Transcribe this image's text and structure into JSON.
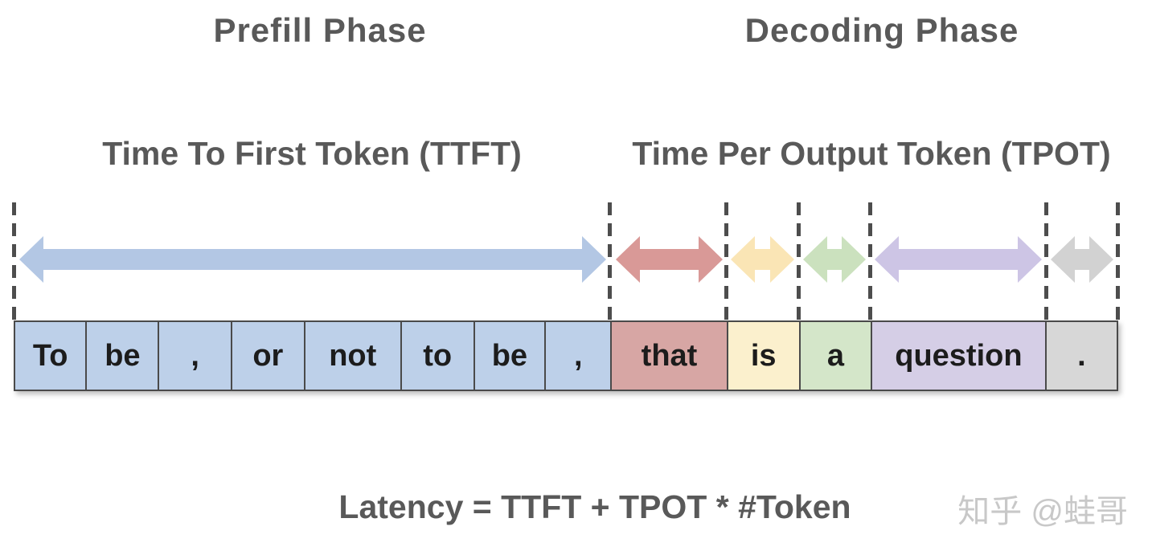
{
  "header": {
    "prefill_title": "Prefill Phase",
    "decoding_title": "Decoding Phase"
  },
  "metrics": {
    "ttft_label": "Time To First Token (TTFT)",
    "tpot_label": "Time Per Output Token (TPOT)"
  },
  "tokens": [
    {
      "text": "To",
      "phase": "prefill",
      "color": "#BDD0E9"
    },
    {
      "text": "be",
      "phase": "prefill",
      "color": "#BDD0E9"
    },
    {
      "text": ",",
      "phase": "prefill",
      "color": "#BDD0E9"
    },
    {
      "text": "or",
      "phase": "prefill",
      "color": "#BDD0E9"
    },
    {
      "text": "not",
      "phase": "prefill",
      "color": "#BDD0E9"
    },
    {
      "text": "to",
      "phase": "prefill",
      "color": "#BDD0E9"
    },
    {
      "text": "be",
      "phase": "prefill",
      "color": "#BDD0E9"
    },
    {
      "text": ",",
      "phase": "prefill",
      "color": "#BDD0E9"
    },
    {
      "text": "that",
      "phase": "decoding",
      "color": "#D7A6A4"
    },
    {
      "text": "is",
      "phase": "decoding",
      "color": "#FBF0CD"
    },
    {
      "text": "a",
      "phase": "decoding",
      "color": "#D4E6C9"
    },
    {
      "text": "question",
      "phase": "decoding",
      "color": "#D5CEE6"
    },
    {
      "text": ".",
      "phase": "decoding",
      "color": "#D7D7D7"
    }
  ],
  "arrows": [
    {
      "name": "ttft-span",
      "color": "#B3C7E4"
    },
    {
      "name": "tpot-span-that",
      "color": "#D99997"
    },
    {
      "name": "tpot-span-is",
      "color": "#FAE5B5"
    },
    {
      "name": "tpot-span-a",
      "color": "#CBE1BE"
    },
    {
      "name": "tpot-span-question",
      "color": "#CDC5E5"
    },
    {
      "name": "tpot-span-period",
      "color": "#D2D2D2"
    }
  ],
  "formula": "Latency = TTFT + TPOT * #Token",
  "watermark": "知乎 @蛙哥",
  "colors": {
    "heading_text": "#595959",
    "token_text": "#1c1c1c",
    "cell_border": "#4a4a4a",
    "dashed_line": "#4d4d4d",
    "watermark_text": "#c8c8c8"
  }
}
